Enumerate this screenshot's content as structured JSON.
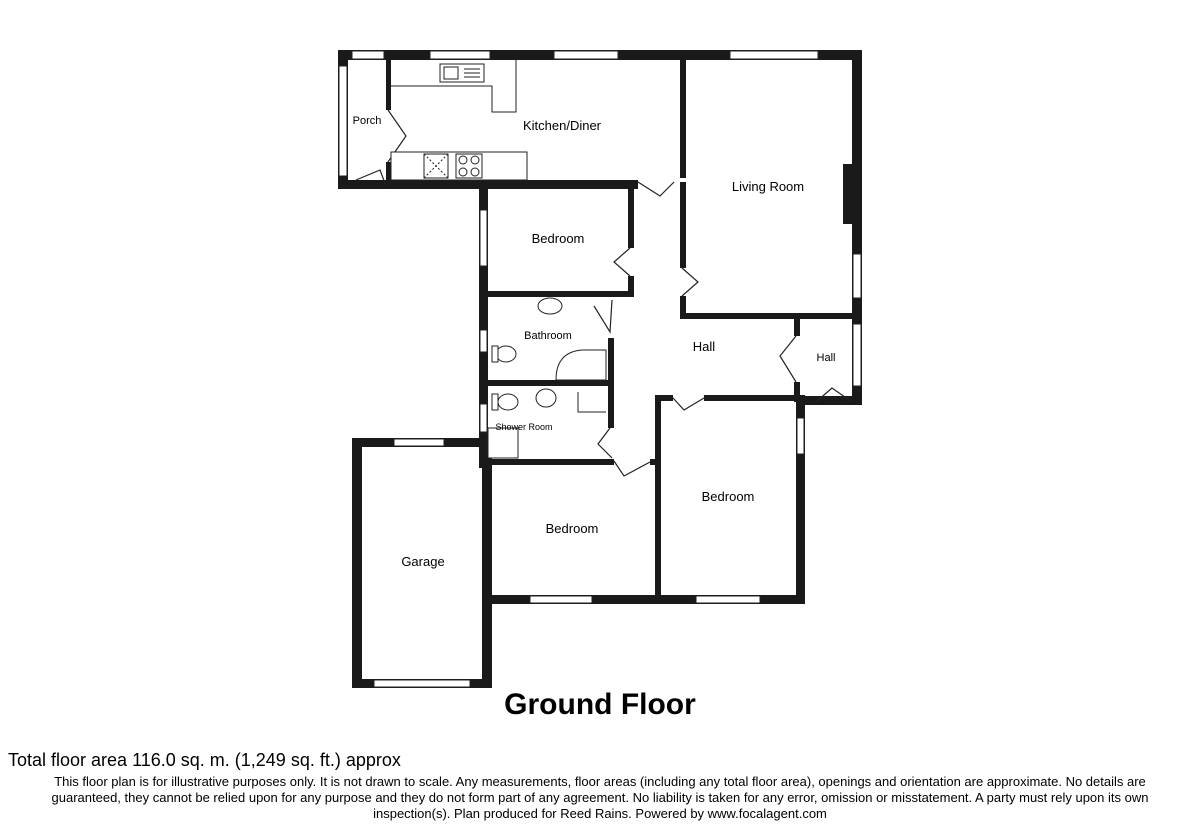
{
  "floor": {
    "title": "Ground Floor"
  },
  "rooms": {
    "porch": "Porch",
    "kitchen": "Kitchen/Diner",
    "living": "Living Room",
    "bedroom_1": "Bedroom",
    "bathroom": "Bathroom",
    "hall_main": "Hall",
    "hall_entry": "Hall",
    "shower": "Shower Room",
    "bedroom_2": "Bedroom",
    "bedroom_3": "Bedroom",
    "garage": "Garage"
  },
  "footer": {
    "total_area": "Total floor area 116.0 sq. m. (1,249 sq. ft.) approx",
    "disclaimer": "This floor plan is for illustrative purposes only. It is not drawn to scale. Any measurements, floor areas (including any total floor area), openings and orientation are approximate. No details are guaranteed, they cannot be relied upon for any purpose and they do not form part of any agreement. No liability is taken for any error, omission or misstatement. A party must rely upon its own inspection(s). Plan produced for Reed Rains. Powered by www.focalagent.com"
  },
  "colors": {
    "wall": "#1a1a1a",
    "background": "#ffffff"
  }
}
